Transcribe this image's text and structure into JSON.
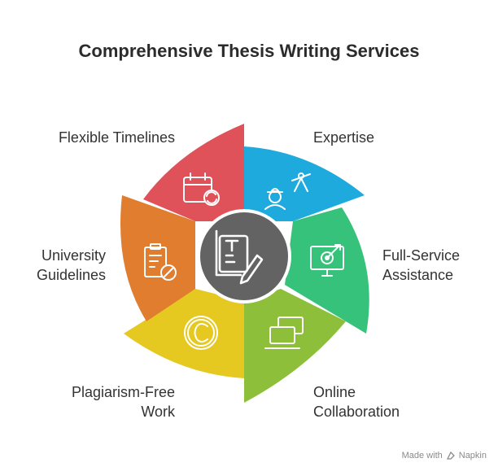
{
  "title": "Comprehensive Thesis Writing Services",
  "segments": [
    {
      "id": "expertise",
      "lines": [
        "Expertise"
      ],
      "color": "#1faadd",
      "icon": "engineer-compass-icon"
    },
    {
      "id": "full-service",
      "lines": [
        "Full-Service",
        "Assistance"
      ],
      "color": "#36c27a",
      "icon": "monitor-target-icon"
    },
    {
      "id": "online-collab",
      "lines": [
        "Online",
        "Collaboration"
      ],
      "color": "#8dbf3a",
      "icon": "laptops-icon"
    },
    {
      "id": "plagiarism",
      "lines": [
        "Plagiarism-Free",
        "Work"
      ],
      "color": "#e5c820",
      "icon": "copyright-icon"
    },
    {
      "id": "guidelines",
      "lines": [
        "University",
        "Guidelines"
      ],
      "color": "#e07d2e",
      "icon": "clipboard-prohibited-icon"
    },
    {
      "id": "timelines",
      "lines": [
        "Flexible Timelines"
      ],
      "color": "#e0525a",
      "icon": "calendar-refresh-icon"
    }
  ],
  "center": {
    "color": "#636363",
    "icon": "document-pen-icon"
  },
  "footer": {
    "made_with": "Made with",
    "brand": "Napkin"
  }
}
